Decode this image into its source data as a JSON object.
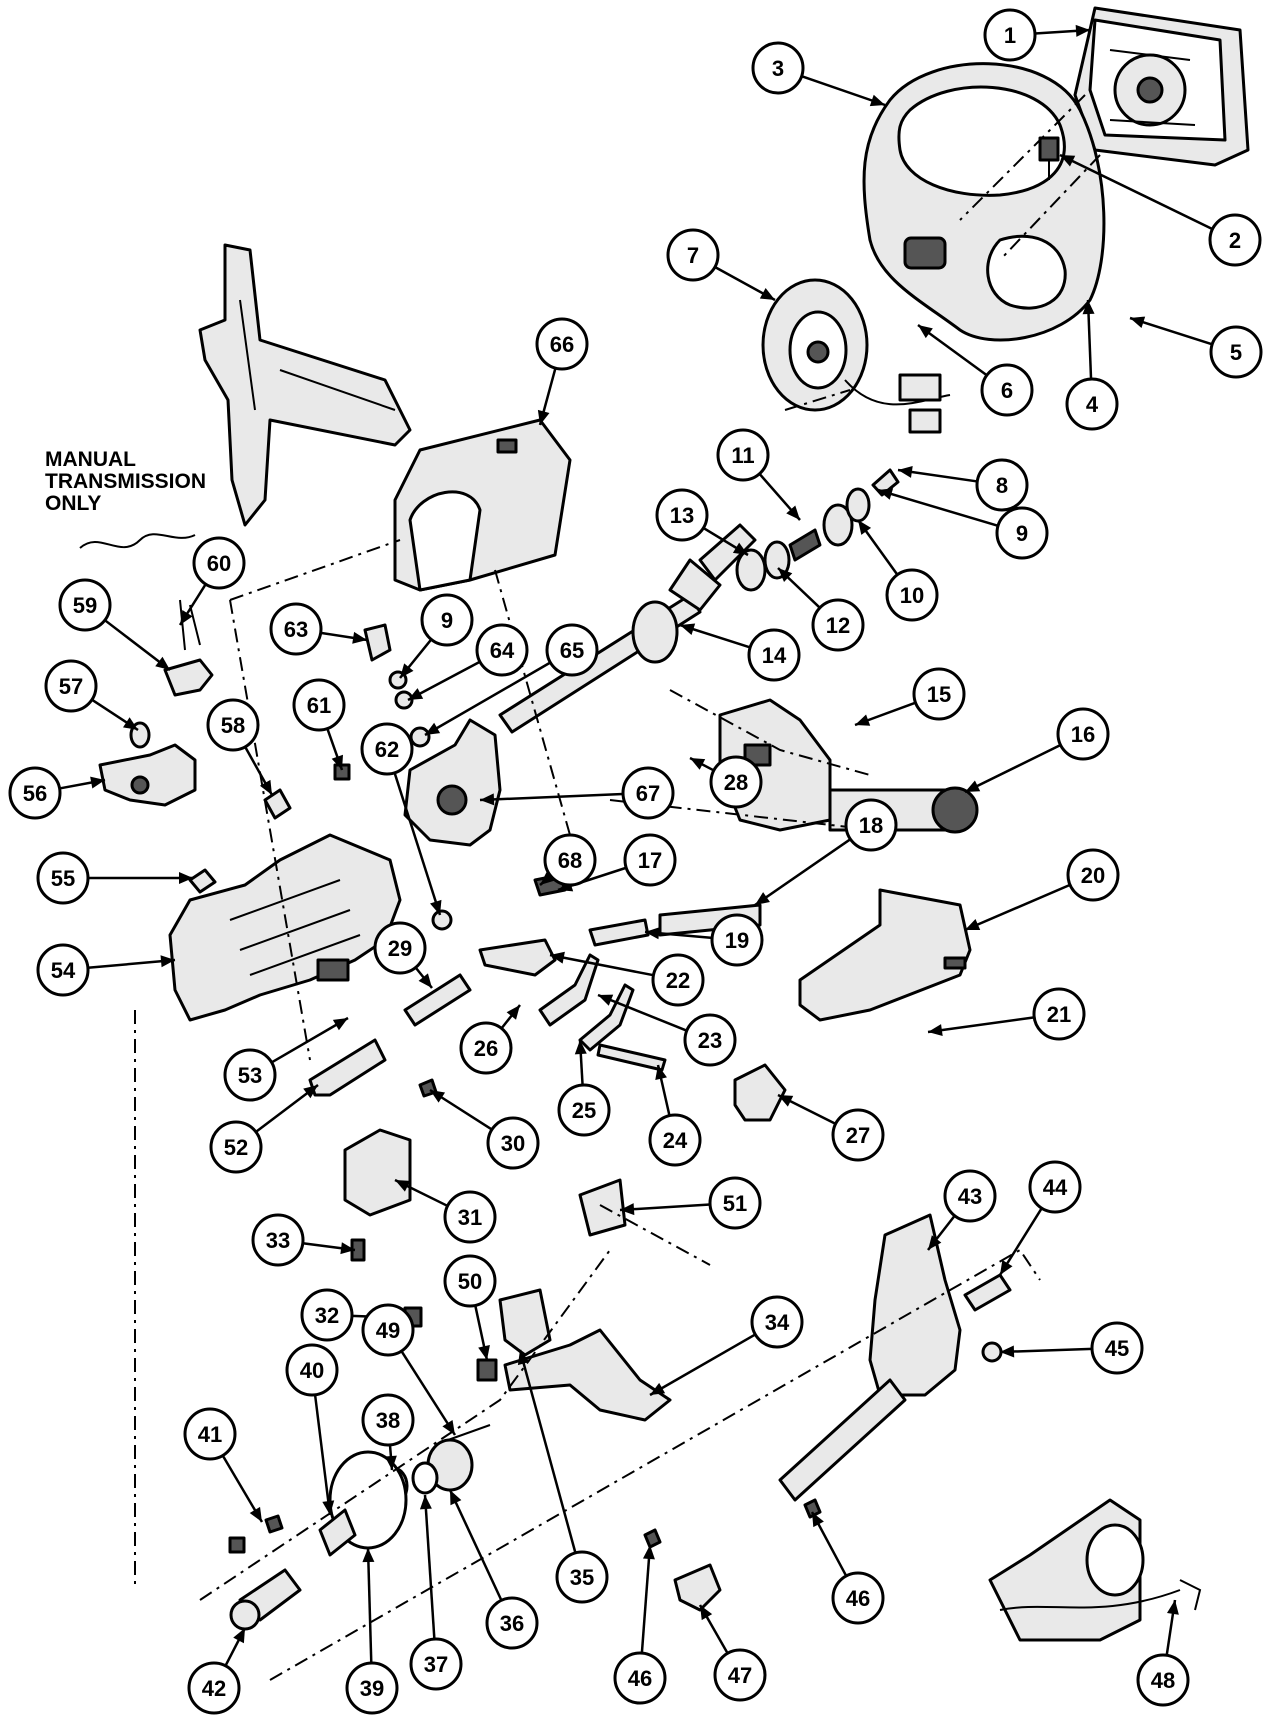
{
  "note": {
    "line1": "MANUAL",
    "line2": "TRANSMISSION",
    "line3": "ONLY"
  },
  "callouts": [
    {
      "id": "1",
      "label": "1"
    },
    {
      "id": "2",
      "label": "2"
    },
    {
      "id": "3",
      "label": "3"
    },
    {
      "id": "4",
      "label": "4"
    },
    {
      "id": "5",
      "label": "5"
    },
    {
      "id": "6",
      "label": "6"
    },
    {
      "id": "7",
      "label": "7"
    },
    {
      "id": "8",
      "label": "8"
    },
    {
      "id": "9a",
      "label": "9"
    },
    {
      "id": "9b",
      "label": "9"
    },
    {
      "id": "10",
      "label": "10"
    },
    {
      "id": "11",
      "label": "11"
    },
    {
      "id": "12",
      "label": "12"
    },
    {
      "id": "13",
      "label": "13"
    },
    {
      "id": "14",
      "label": "14"
    },
    {
      "id": "15",
      "label": "15"
    },
    {
      "id": "16",
      "label": "16"
    },
    {
      "id": "17",
      "label": "17"
    },
    {
      "id": "18",
      "label": "18"
    },
    {
      "id": "19",
      "label": "19"
    },
    {
      "id": "20",
      "label": "20"
    },
    {
      "id": "21",
      "label": "21"
    },
    {
      "id": "22",
      "label": "22"
    },
    {
      "id": "23",
      "label": "23"
    },
    {
      "id": "24",
      "label": "24"
    },
    {
      "id": "25",
      "label": "25"
    },
    {
      "id": "26",
      "label": "26"
    },
    {
      "id": "27",
      "label": "27"
    },
    {
      "id": "28",
      "label": "28"
    },
    {
      "id": "29",
      "label": "29"
    },
    {
      "id": "30",
      "label": "30"
    },
    {
      "id": "31",
      "label": "31"
    },
    {
      "id": "32",
      "label": "32"
    },
    {
      "id": "33",
      "label": "33"
    },
    {
      "id": "34",
      "label": "34"
    },
    {
      "id": "35",
      "label": "35"
    },
    {
      "id": "36",
      "label": "36"
    },
    {
      "id": "37",
      "label": "37"
    },
    {
      "id": "38",
      "label": "38"
    },
    {
      "id": "39",
      "label": "39"
    },
    {
      "id": "40",
      "label": "40"
    },
    {
      "id": "41",
      "label": "41"
    },
    {
      "id": "42",
      "label": "42"
    },
    {
      "id": "43",
      "label": "43"
    },
    {
      "id": "44",
      "label": "44"
    },
    {
      "id": "45",
      "label": "45"
    },
    {
      "id": "46a",
      "label": "46"
    },
    {
      "id": "46b",
      "label": "46"
    },
    {
      "id": "47",
      "label": "47"
    },
    {
      "id": "48",
      "label": "48"
    },
    {
      "id": "49",
      "label": "49"
    },
    {
      "id": "50",
      "label": "50"
    },
    {
      "id": "51",
      "label": "51"
    },
    {
      "id": "52",
      "label": "52"
    },
    {
      "id": "53",
      "label": "53"
    },
    {
      "id": "54",
      "label": "54"
    },
    {
      "id": "55",
      "label": "55"
    },
    {
      "id": "56",
      "label": "56"
    },
    {
      "id": "57",
      "label": "57"
    },
    {
      "id": "58",
      "label": "58"
    },
    {
      "id": "59",
      "label": "59"
    },
    {
      "id": "60",
      "label": "60"
    },
    {
      "id": "61",
      "label": "61"
    },
    {
      "id": "62",
      "label": "62"
    },
    {
      "id": "63",
      "label": "63"
    },
    {
      "id": "64",
      "label": "64"
    },
    {
      "id": "65",
      "label": "65"
    },
    {
      "id": "66",
      "label": "66"
    },
    {
      "id": "67",
      "label": "67"
    },
    {
      "id": "68",
      "label": "68"
    }
  ]
}
